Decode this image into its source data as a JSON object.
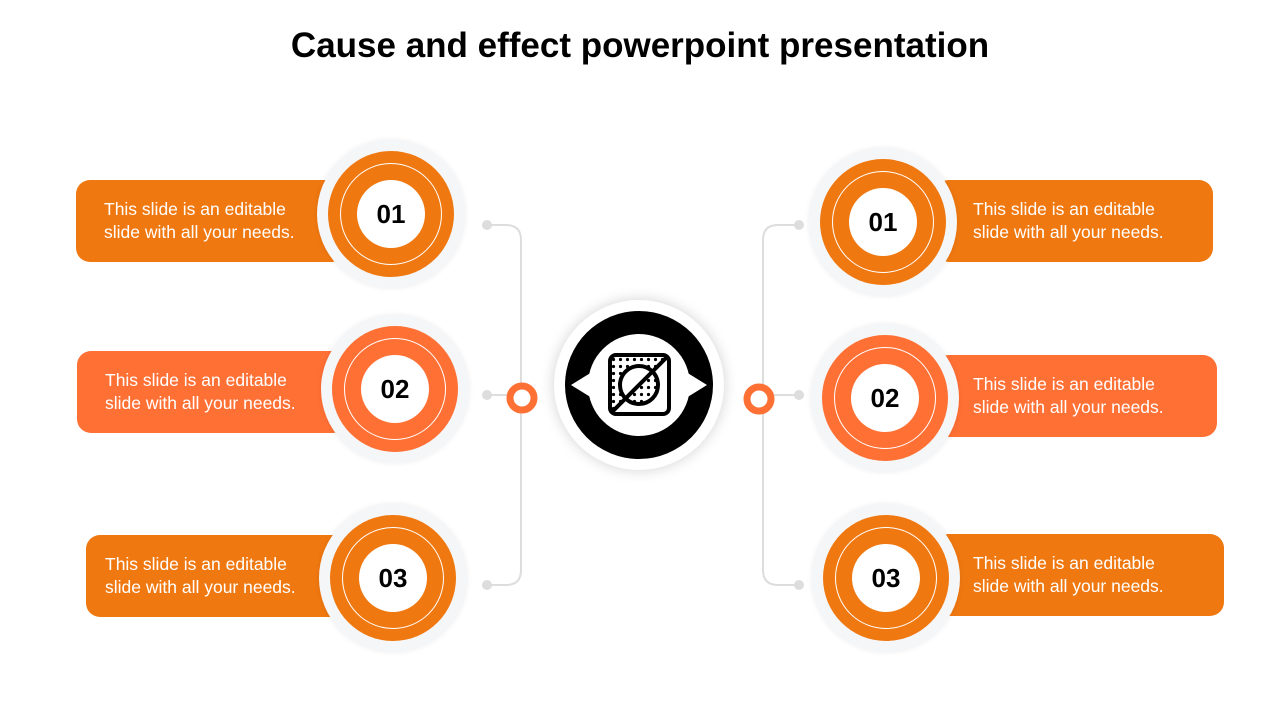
{
  "title": "Cause and effect powerpoint presentation",
  "colors": {
    "orange": "#f07810",
    "orange_light": "#ff7035",
    "line": "#dddddd"
  },
  "center_icon": "no-sauce-icon",
  "left": [
    {
      "number": "01",
      "text": "This slide is an editable slide with all your needs."
    },
    {
      "number": "02",
      "text": "This slide is an editable slide with all your needs."
    },
    {
      "number": "03",
      "text": "This slide is an editable slide with all your needs."
    }
  ],
  "right": [
    {
      "number": "01",
      "text": "This slide is an editable slide with all your needs."
    },
    {
      "number": "02",
      "text": "This slide is an editable slide with all your needs."
    },
    {
      "number": "03",
      "text": "This slide is an editable slide with all your needs."
    }
  ]
}
